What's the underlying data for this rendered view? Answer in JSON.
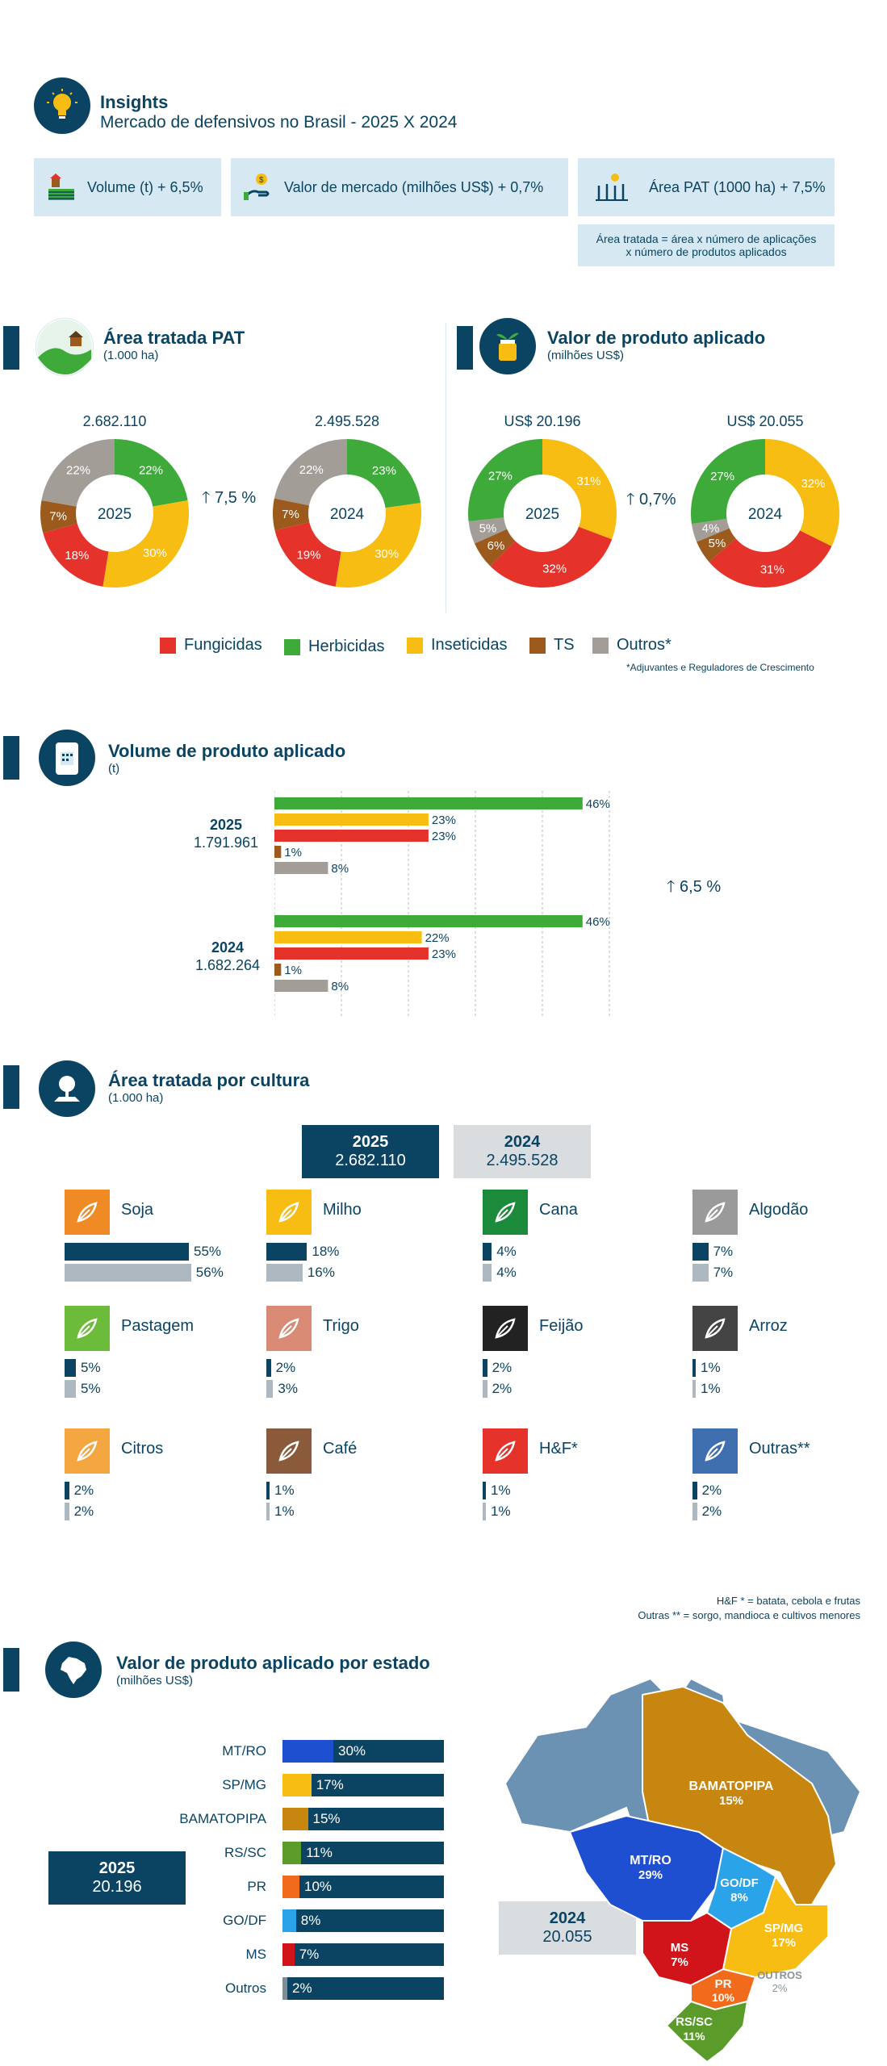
{
  "colors": {
    "navy": "#0b4463",
    "light_box": "#d6e9f2",
    "fungicidas": "#e5322b",
    "herbicidas": "#3daa3a",
    "inseticidas": "#f7bd13",
    "ts": "#9c5a1c",
    "outros": "#a39d98",
    "bar2024": "#aeb8c0"
  },
  "insights": {
    "title": "Insights",
    "subtitle": "Mercado de defensivos no Brasil - 2025 X 2024",
    "kpis": [
      {
        "label": "Volume (t) + 6,5%",
        "icon": "farm-icon"
      },
      {
        "label": "Valor de mercado (milhões US$) + 0,7%",
        "icon": "money-hand-icon"
      },
      {
        "label": "Área PAT (1000 ha) + 7,5%",
        "icon": "crop-sun-icon"
      }
    ],
    "pat_note_line1": "Área tratada = área x número de aplicações",
    "pat_note_line2": "x número de produtos aplicados"
  },
  "area_pat": {
    "title": "Área tratada PAT",
    "subtitle": "(1.000 ha)",
    "arrow_pct": "7,5 %",
    "charts": [
      {
        "year": "2025",
        "total": "2.682.110"
      },
      {
        "year": "2024",
        "total": "2.495.528"
      }
    ]
  },
  "valor_aplicado": {
    "title": "Valor de produto aplicado",
    "subtitle": "(milhões US$)",
    "arrow_pct": "0,7%",
    "charts": [
      {
        "year": "2025",
        "total": "US$ 20.196"
      },
      {
        "year": "2024",
        "total": "US$ 20.055"
      }
    ]
  },
  "legend": {
    "items": [
      "Fungicidas",
      "Herbicidas",
      "Inseticidas",
      "TS",
      "Outros*"
    ],
    "note": "*Adjuvantes e Reguladores de Crescimento"
  },
  "volume": {
    "title": "Volume de produto aplicado",
    "subtitle": "(t)",
    "arrow_pct": "6,5 %",
    "groups": [
      {
        "year": "2025",
        "total": "1.791.961"
      },
      {
        "year": "2024",
        "total": "1.682.264"
      }
    ]
  },
  "cultura": {
    "title": "Área tratada por cultura",
    "subtitle": "(1.000 ha)",
    "year_2025": "2025",
    "total_2025": "2.682.110",
    "year_2024": "2024",
    "total_2024": "2.495.528",
    "footnote1": "H&F * = batata, cebola e frutas",
    "footnote2": "Outras ** = sorgo, mandioca e cultivos menores"
  },
  "estado": {
    "title": "Valor de produto aplicado por estado",
    "subtitle": "(milhões US$)",
    "year_2025": "2025",
    "total_2025": "20.196",
    "year_2024": "2024",
    "total_2024": "20.055",
    "map_labels": [
      {
        "name": "BAMATOPIPA",
        "pct": "15%"
      },
      {
        "name": "MT/RO",
        "pct": "29%"
      },
      {
        "name": "GO/DF",
        "pct": "8%"
      },
      {
        "name": "SP/MG",
        "pct": "17%"
      },
      {
        "name": "MS",
        "pct": "7%"
      },
      {
        "name": "PR",
        "pct": "10%"
      },
      {
        "name": "RS/SC",
        "pct": "11%"
      },
      {
        "name": "OUTROS",
        "pct": "2%"
      }
    ]
  },
  "chart_data": [
    {
      "type": "pie",
      "title": "Área tratada PAT",
      "year": "2025",
      "categories": [
        "Herbicidas",
        "Inseticidas",
        "Fungicidas",
        "TS",
        "Outros*"
      ],
      "values": [
        22,
        30,
        18,
        7,
        22
      ]
    },
    {
      "type": "pie",
      "title": "Área tratada PAT",
      "year": "2024",
      "categories": [
        "Herbicidas",
        "Inseticidas",
        "Fungicidas",
        "TS",
        "Outros*"
      ],
      "values": [
        23,
        30,
        19,
        7,
        22
      ]
    },
    {
      "type": "pie",
      "title": "Valor de produto aplicado",
      "year": "2025",
      "categories": [
        "Inseticidas",
        "Fungicidas",
        "TS",
        "Outros*",
        "Herbicidas"
      ],
      "values": [
        31,
        32,
        6,
        5,
        27
      ]
    },
    {
      "type": "pie",
      "title": "Valor de produto aplicado",
      "year": "2024",
      "categories": [
        "Inseticidas",
        "Fungicidas",
        "TS",
        "Outros*",
        "Herbicidas"
      ],
      "values": [
        32,
        31,
        5,
        4,
        27
      ]
    },
    {
      "type": "bar",
      "title": "Volume de produto aplicado",
      "orientation": "horizontal",
      "categories": [
        "Herbicidas",
        "Inseticidas",
        "Fungicidas",
        "TS",
        "Outros*"
      ],
      "series": [
        {
          "name": "2025",
          "values": [
            46,
            23,
            23,
            1,
            8
          ]
        },
        {
          "name": "2024",
          "values": [
            46,
            22,
            23,
            1,
            8
          ]
        }
      ],
      "xlim": [
        0,
        50
      ]
    },
    {
      "type": "bar",
      "title": "Área tratada por cultura",
      "orientation": "horizontal",
      "categories": [
        "Soja",
        "Milho",
        "Cana",
        "Algodão",
        "Pastagem",
        "Trigo",
        "Feijão",
        "Arroz",
        "Citros",
        "Café",
        "H&F*",
        "Outras**"
      ],
      "series": [
        {
          "name": "2025",
          "values": [
            55,
            18,
            4,
            7,
            5,
            2,
            2,
            1,
            2,
            1,
            1,
            2
          ]
        },
        {
          "name": "2024",
          "values": [
            56,
            16,
            4,
            7,
            5,
            3,
            2,
            1,
            2,
            1,
            1,
            2
          ]
        }
      ]
    },
    {
      "type": "bar",
      "title": "Valor de produto aplicado por estado",
      "orientation": "horizontal",
      "categories": [
        "MT/RO",
        "SP/MG",
        "BAMATOPIPA",
        "RS/SC",
        "PR",
        "GO/DF",
        "MS",
        "Outros"
      ],
      "series": [
        {
          "name": "2025",
          "values": [
            30,
            17,
            15,
            11,
            10,
            8,
            7,
            2
          ]
        }
      ],
      "state_colors": [
        "#1f4fd1",
        "#f7bd13",
        "#c7860f",
        "#5b9b2a",
        "#f26a1b",
        "#2aa3e8",
        "#d0141a",
        "#7f8c93"
      ]
    }
  ]
}
